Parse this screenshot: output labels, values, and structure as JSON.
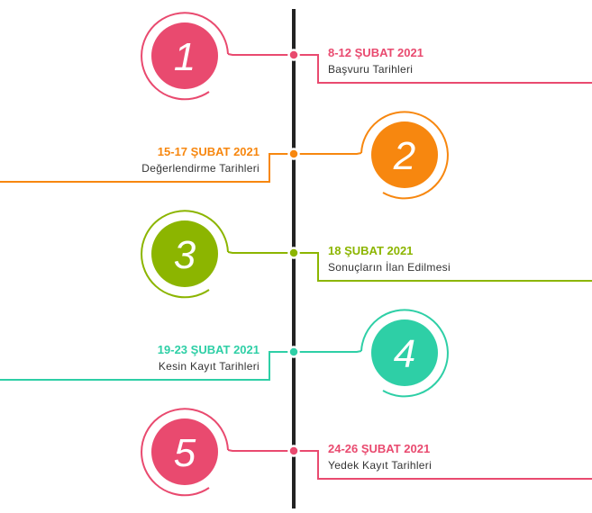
{
  "timeline": {
    "axis_color": "#222222",
    "items": [
      {
        "number": "1",
        "date": "8-12 ŞUBAT 2021",
        "title": "Başvuru Tarihleri",
        "color": "#e94a6f",
        "side": "left"
      },
      {
        "number": "2",
        "date": "15-17 ŞUBAT 2021",
        "title": "Değerlendirme Tarihleri",
        "color": "#f7870f",
        "side": "right"
      },
      {
        "number": "3",
        "date": "18 ŞUBAT 2021",
        "title": "Sonuçların İlan Edilmesi",
        "color": "#8cb500",
        "side": "left"
      },
      {
        "number": "4",
        "date": "19-23 ŞUBAT 2021",
        "title": "Kesin Kayıt Tarihleri",
        "color": "#2ecfa6",
        "side": "right"
      },
      {
        "number": "5",
        "date": "24-26 ŞUBAT 2021",
        "title": "Yedek Kayıt Tarihleri",
        "color": "#e94a6f",
        "side": "left"
      }
    ]
  }
}
